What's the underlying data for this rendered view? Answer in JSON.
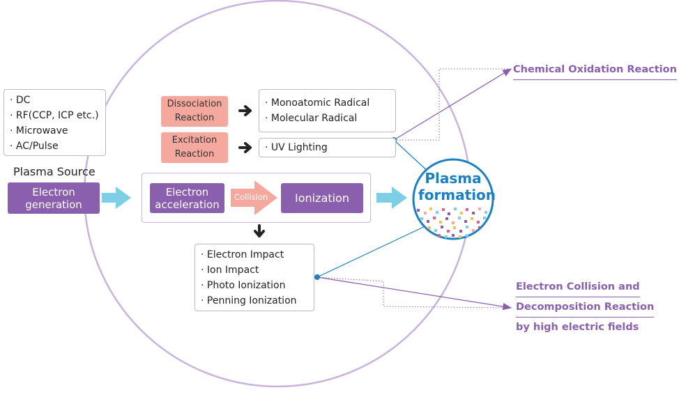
{
  "source_list": [
    "· DC",
    "· RF(CCP, ICP etc.)",
    "· Microwave",
    "· AC/Pulse"
  ],
  "plasma_source_label": "Plasma Source",
  "electron_generation": "Electron generation",
  "dissociation_reaction": "Dissociation Reaction",
  "excitation_reaction": "Excitation Reaction",
  "radicals": [
    "· Monoatomic  Radical",
    "· Molecular Radical"
  ],
  "uv_lighting": "· UV Lighting",
  "electron_acceleration": "Electron acceleration",
  "collision": "Collision",
  "ionization": "Ionization",
  "ionization_types": [
    "· Electron Impact",
    "· Ion Impact",
    "· Photo Ionization",
    "· Penning Ionization"
  ],
  "plasma_formation": "Plasma formation",
  "chemical_oxidation": "Chemical Oxidation Reaction",
  "electron_collision_lines": [
    "Electron Collision and",
    "Decomposition Reaction",
    "by high electric fields"
  ],
  "colors": {
    "purple": "#8a5fad",
    "pink": "#f4a89e",
    "cyan_arrow": "#7dcfe6",
    "blue": "#1b7fc0",
    "circle_border": "#c7b3dc"
  }
}
